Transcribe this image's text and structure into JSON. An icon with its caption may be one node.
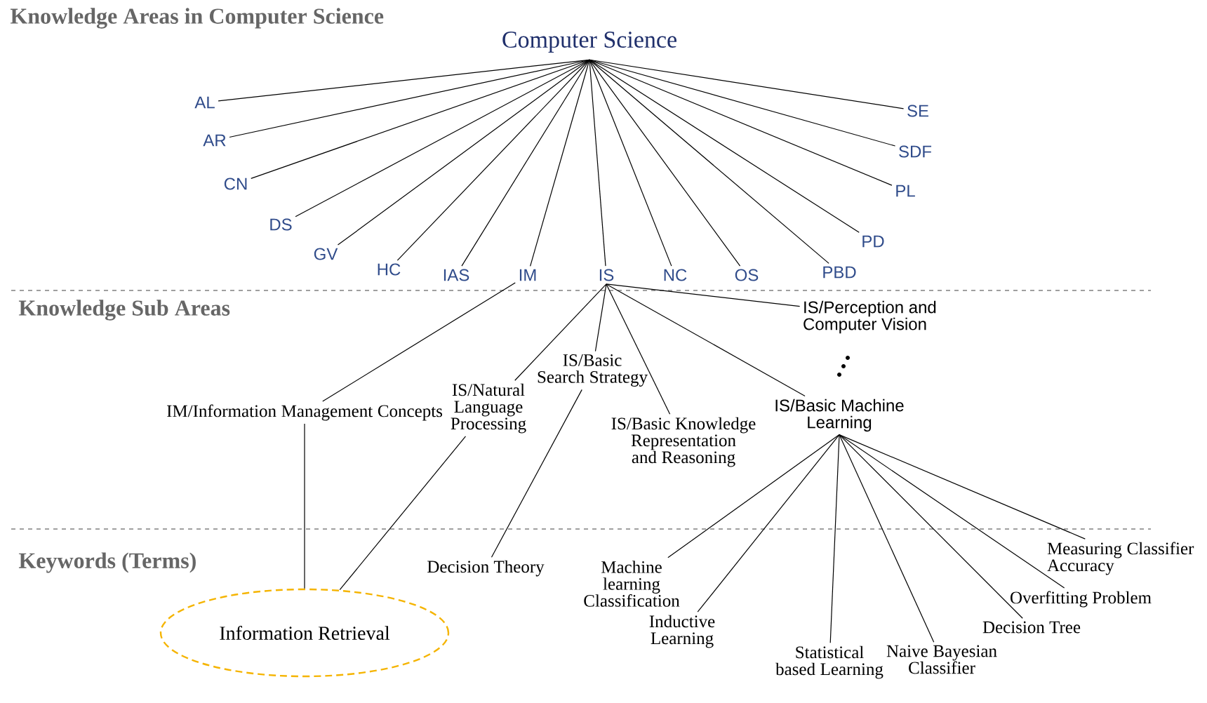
{
  "diagram": {
    "title": "Knowledge Areas in Computer Science",
    "nodes": [
      {
        "text": [
          "Computer Science"
        ]
      },
      {
        "text": [
          "AL"
        ]
      },
      {
        "text": [
          "AR"
        ]
      },
      {
        "text": [
          "CN"
        ]
      },
      {
        "text": [
          "DS"
        ]
      },
      {
        "text": [
          "GV"
        ]
      },
      {
        "text": [
          "HC"
        ]
      },
      {
        "text": [
          "IAS"
        ]
      },
      {
        "text": [
          "IM"
        ]
      },
      {
        "text": [
          "IS"
        ]
      },
      {
        "text": [
          "NC"
        ]
      },
      {
        "text": [
          "OS"
        ]
      },
      {
        "text": [
          "PBD"
        ]
      },
      {
        "text": [
          "PD"
        ]
      },
      {
        "text": [
          "PL"
        ]
      },
      {
        "text": [
          "SDF"
        ]
      },
      {
        "text": [
          "SE"
        ]
      },
      {
        "text": [
          "IS/Perception and Computer Vision"
        ]
      },
      {
        "text": [
          "IS/Basic Search Strategy"
        ]
      },
      {
        "text": [
          "IM/Information Management Concepts"
        ]
      },
      {
        "text": [
          "IS/Natural Language Processing"
        ]
      },
      {
        "text": [
          "IS/Basic Knowledge Representation and Reasoning"
        ]
      },
      {
        "text": [
          "IS/Basic Machine Learning"
        ]
      },
      {
        "text": [
          "Decision Theory"
        ]
      },
      {
        "text": [
          "Machine learning Classification"
        ]
      },
      {
        "text": [
          "Measuring Classifier Accuracy"
        ]
      },
      {
        "text": [
          "Information Retrieval"
        ]
      },
      {
        "text": [
          "Inductive Learning"
        ]
      },
      {
        "text": [
          "Overfitting Problem"
        ]
      },
      {
        "text": [
          "Decision Tree"
        ]
      },
      {
        "text": [
          "Statistical based Learning"
        ]
      },
      {
        "text": [
          "Naive Bayesian Classifier"
        ]
      }
    ],
    "edges": [
      {
        "from": 0,
        "to": 1,
        "arrow": "none"
      },
      {
        "from": 0,
        "to": 2,
        "arrow": "none"
      },
      {
        "from": 0,
        "to": 3,
        "arrow": "none"
      },
      {
        "from": 0,
        "to": 4,
        "arrow": "none"
      },
      {
        "from": 0,
        "to": 5,
        "arrow": "none"
      },
      {
        "from": 0,
        "to": 6,
        "arrow": "none"
      },
      {
        "from": 0,
        "to": 7,
        "arrow": "none"
      },
      {
        "from": 0,
        "to": 8,
        "arrow": "none"
      },
      {
        "from": 0,
        "to": 9,
        "arrow": "none"
      },
      {
        "from": 0,
        "to": 10,
        "arrow": "none"
      },
      {
        "from": 0,
        "to": 11,
        "arrow": "none"
      },
      {
        "from": 0,
        "to": 12,
        "arrow": "none"
      },
      {
        "from": 0,
        "to": 13,
        "arrow": "none"
      },
      {
        "from": 0,
        "to": 14,
        "arrow": "none"
      },
      {
        "from": 0,
        "to": 15,
        "arrow": "none"
      },
      {
        "from": 0,
        "to": 16,
        "arrow": "none"
      },
      {
        "from": 8,
        "to": 19,
        "arrow": "none"
      },
      {
        "from": 9,
        "to": 20,
        "arrow": "none"
      },
      {
        "from": 9,
        "to": 18,
        "arrow": "none"
      },
      {
        "from": 9,
        "to": 21,
        "arrow": "none"
      },
      {
        "from": 9,
        "to": 22,
        "arrow": "none"
      },
      {
        "from": 9,
        "to": 17,
        "arrow": "none"
      },
      {
        "from": 19,
        "to": 26,
        "arrow": "none"
      },
      {
        "from": 20,
        "to": 26,
        "arrow": "none"
      },
      {
        "from": 18,
        "to": 23,
        "arrow": "none"
      },
      {
        "from": 22,
        "to": 24,
        "arrow": "none"
      },
      {
        "from": 22,
        "to": 27,
        "arrow": "none"
      },
      {
        "from": 22,
        "to": 30,
        "arrow": "none"
      },
      {
        "from": 22,
        "to": 31,
        "arrow": "none"
      },
      {
        "from": 22,
        "to": 29,
        "arrow": "none"
      },
      {
        "from": 22,
        "to": 28,
        "arrow": "none"
      },
      {
        "from": 22,
        "to": 25,
        "arrow": "none"
      }
    ],
    "labels": [
      "Knowledge Sub Areas",
      "Keywords (Terms)"
    ]
  }
}
